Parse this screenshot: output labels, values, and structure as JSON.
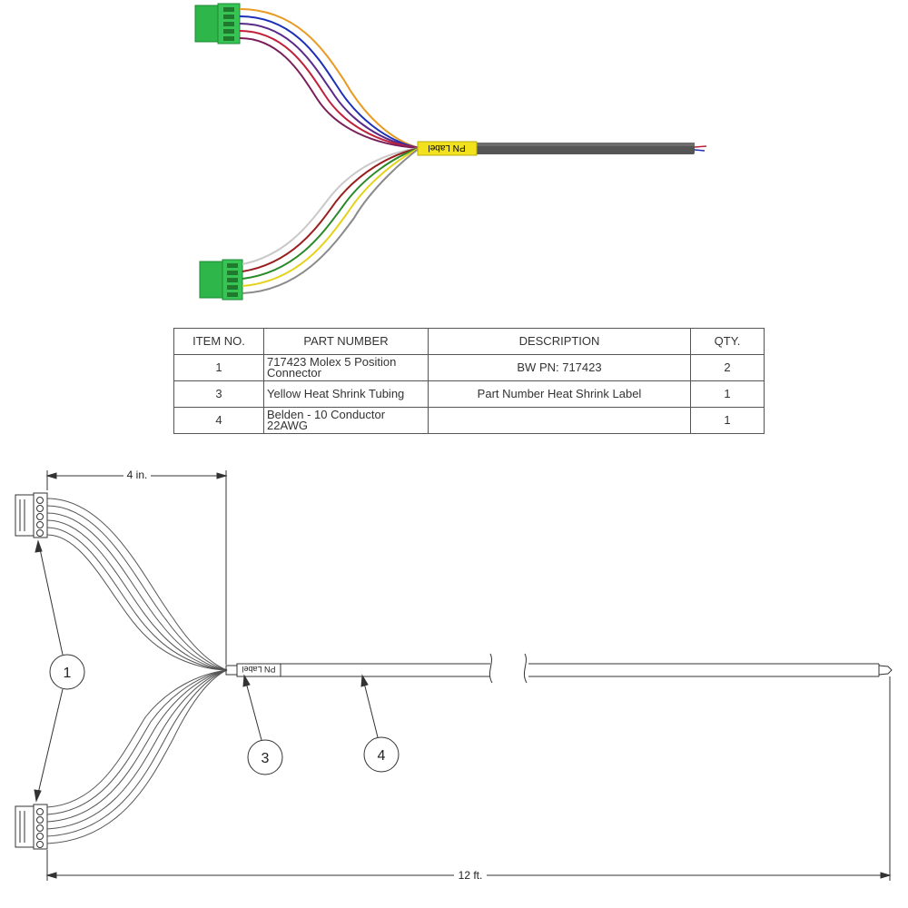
{
  "colors": {
    "connector_green": "#2fb64a",
    "cable_gray": "#555555",
    "label_yellow": "#f2e21e",
    "wires_top": [
      "#e89a22",
      "#1c2fb8",
      "#5a2a8a",
      "#c0203a",
      "#1f1f1f"
    ],
    "wires_bottom": [
      "#c9c9c9",
      "#9a1f1f",
      "#2a8a2a",
      "#e5d21a",
      "#8a8a8a"
    ]
  },
  "label_text": "PN Label",
  "table": {
    "headers": [
      "ITEM NO.",
      "PART NUMBER",
      "DESCRIPTION",
      "QTY."
    ],
    "rows": [
      {
        "item": "1",
        "part_line1": "717423 Molex 5 Position",
        "part_line2": "Connector",
        "description": "BW PN: 717423",
        "qty": "2"
      },
      {
        "item": "3",
        "part_line1": "Yellow Heat Shrink Tubing",
        "part_line2": "",
        "description": "Part Number Heat Shrink Label",
        "qty": "1"
      },
      {
        "item": "4",
        "part_line1": "Belden - 10 Conductor",
        "part_line2": "22AWG",
        "description": "",
        "qty": "1"
      }
    ]
  },
  "drawing": {
    "dim_top": "4 in.",
    "dim_bottom": "12 ft.",
    "balloons": [
      "1",
      "3",
      "4"
    ]
  }
}
